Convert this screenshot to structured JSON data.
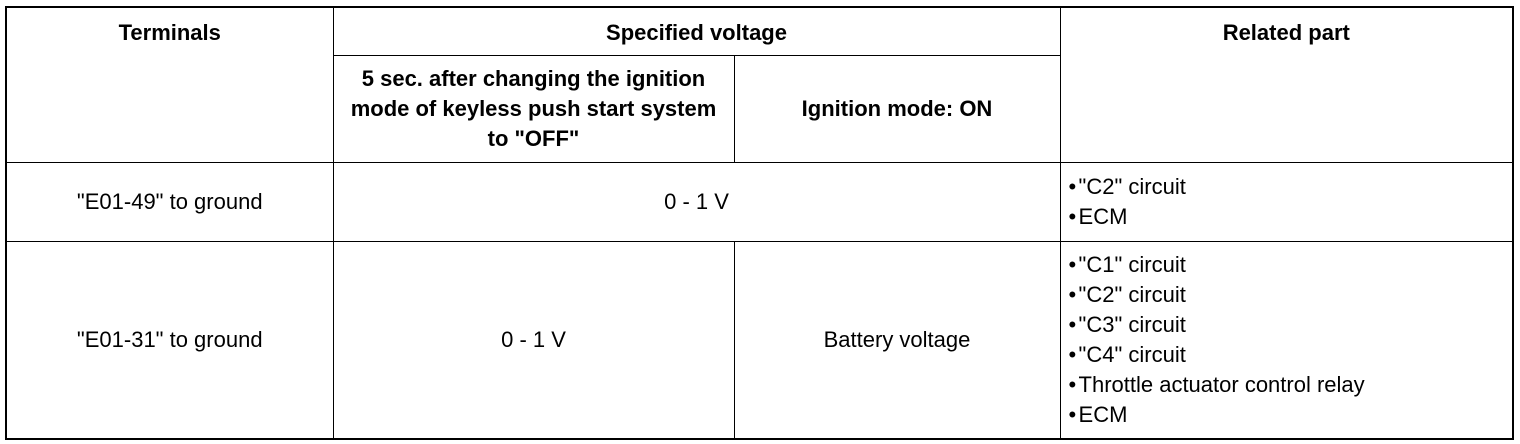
{
  "header": {
    "terminals": "Terminals",
    "specified_voltage": "Specified voltage",
    "related_part": "Related part",
    "condition_off": "5 sec. after changing the ignition mode of keyless push start system to \"OFF\"",
    "condition_on": "Ignition mode: ON"
  },
  "rows": [
    {
      "terminal": "\"E01-49\" to ground",
      "voltage_all": "0 - 1 V",
      "parts": [
        "\"C2\" circuit",
        "ECM"
      ]
    },
    {
      "terminal": "\"E01-31\" to ground",
      "voltage_off": "0 - 1 V",
      "voltage_on": "Battery voltage",
      "parts": [
        "\"C1\" circuit",
        "\"C2\" circuit",
        "\"C3\" circuit",
        "\"C4\" circuit",
        "Throttle actuator control relay",
        "ECM"
      ]
    }
  ],
  "bullet_glyph": "•"
}
